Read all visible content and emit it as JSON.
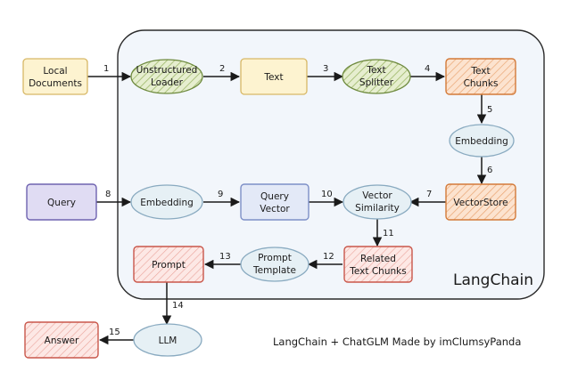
{
  "nodes": {
    "local_documents": {
      "label": [
        "Local",
        "Documents"
      ]
    },
    "unstructured_loader": {
      "label": [
        "Unstructured",
        "Loader"
      ]
    },
    "text": {
      "label": [
        "Text"
      ]
    },
    "text_splitter": {
      "label": [
        "Text",
        "Splitter"
      ]
    },
    "text_chunks": {
      "label": [
        "Text",
        "Chunks"
      ]
    },
    "embedding_doc": {
      "label": [
        "Embedding"
      ]
    },
    "vector_store": {
      "label": [
        "VectorStore"
      ]
    },
    "query": {
      "label": [
        "Query"
      ]
    },
    "embedding_query": {
      "label": [
        "Embedding"
      ]
    },
    "query_vector": {
      "label": [
        "Query",
        "Vector"
      ]
    },
    "vector_similarity": {
      "label": [
        "Vector",
        "Similarity"
      ]
    },
    "related_text_chunks": {
      "label": [
        "Related",
        "Text Chunks"
      ]
    },
    "prompt_template": {
      "label": [
        "Prompt",
        "Template"
      ]
    },
    "prompt": {
      "label": [
        "Prompt"
      ]
    },
    "llm": {
      "label": [
        "LLM"
      ]
    },
    "answer": {
      "label": [
        "Answer"
      ]
    }
  },
  "steps": [
    "1",
    "2",
    "3",
    "4",
    "5",
    "6",
    "7",
    "8",
    "9",
    "10",
    "11",
    "12",
    "13",
    "14",
    "15"
  ],
  "container_label": "LangChain",
  "credit": "LangChain + ChatGLM Made by imClumsyPanda",
  "colors": {
    "container_fill": "#f2f6fb",
    "rect_yellow": "#fdf3d0",
    "rect_orange": "#fbdcc4",
    "rect_orange_stroke": "#d37a39",
    "rect_blue": "#e3e9f7",
    "rect_blue_stroke": "#7d8fc7",
    "rect_purple": "#e0dcf3",
    "rect_purple_stroke": "#6f63b0",
    "rect_red": "#fbe2df",
    "rect_red_stroke": "#c9574b",
    "ellipse_green": "#e3eccb",
    "ellipse_green_stroke": "#7f9b4a",
    "ellipse_blue": "#e6f0f5",
    "ellipse_blue_stroke": "#89aac0"
  }
}
